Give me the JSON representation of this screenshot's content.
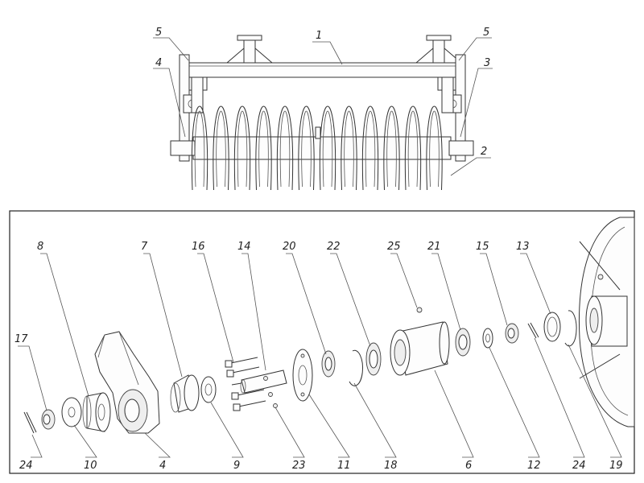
{
  "top_view": {
    "labels": {
      "frame": "1",
      "spiral_roller": "2",
      "bearing_right": "3",
      "bracket_left": "4",
      "clamp_left": "5",
      "clamp_right": "5"
    }
  },
  "exploded_view": {
    "labels": {
      "p8": "8",
      "p7": "7",
      "p16": "16",
      "p14": "14",
      "p20": "20",
      "p22": "22",
      "p25": "25",
      "p21": "21",
      "p15": "15",
      "p13": "13",
      "p17": "17",
      "p24a": "24",
      "p10": "10",
      "p4": "4",
      "p9": "9",
      "p23": "23",
      "p11": "11",
      "p18": "18",
      "p6": "6",
      "p12": "12",
      "p24b": "24",
      "p19": "19"
    }
  }
}
